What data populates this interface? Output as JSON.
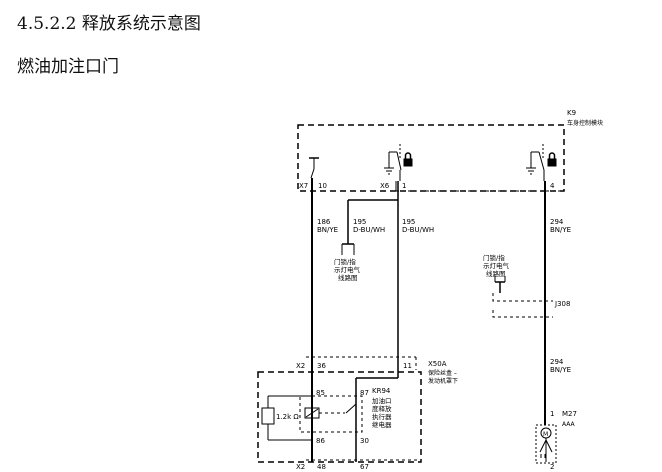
{
  "page": {
    "section_title": "4.5.2.2 释放系统示意图",
    "subtitle": "燃油加注口门"
  },
  "diagram": {
    "bcm": {
      "id": "K9",
      "name": "车身控制模块"
    },
    "connectors": {
      "x7": "X7",
      "x6": "X6",
      "x2_top": "X2",
      "x2_bottom": "X2"
    },
    "pins": {
      "p10": "10",
      "p1": "1",
      "p4": "4",
      "p36": "36",
      "p11": "11",
      "p85": "85",
      "p87": "87",
      "p86": "86",
      "p30": "30",
      "p48": "48",
      "p67": "67",
      "m27_1": "1",
      "m27_2": "2"
    },
    "wires": {
      "w186_circuit": "186",
      "w186_color": "BN/YE",
      "w195a_circuit": "195",
      "w195a_color": "D-BU/WH",
      "w195b_circuit": "195",
      "w195b_color": "D-BU/WH",
      "w294a_circuit": "294",
      "w294a_color": "BN/YE",
      "w294b_circuit": "294",
      "w294b_color": "BN/YE"
    },
    "ref_left": [
      "门锁/指",
      "示灯电气",
      "线路图"
    ],
    "ref_right": [
      "门锁/指",
      "示灯电气",
      "线路图"
    ],
    "j308": "J308",
    "x50a": {
      "id": "X50A",
      "line1": "保险丝盒 –",
      "line2": "发动机罩下"
    },
    "relay": {
      "id": "KR94",
      "lines": [
        "加油口",
        "度释放",
        "执行器",
        "继电器"
      ]
    },
    "resistor": "1.2k Ω",
    "motor": {
      "id": "M27",
      "label": "AAA",
      "symbol": "M"
    }
  }
}
